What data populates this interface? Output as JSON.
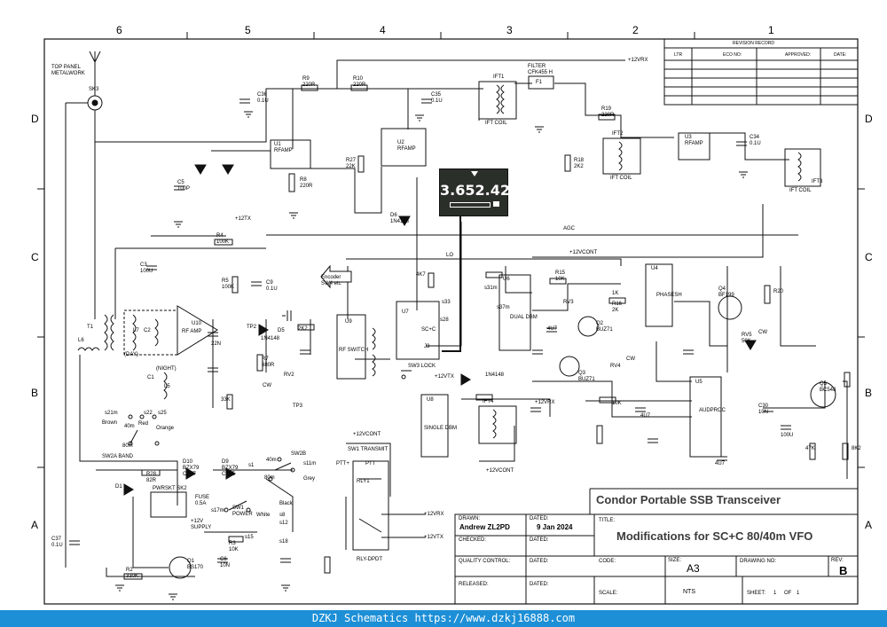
{
  "zones": {
    "columns": [
      "6",
      "5",
      "4",
      "3",
      "2",
      "1"
    ],
    "rows": [
      "D",
      "C",
      "B",
      "A"
    ]
  },
  "revision_record": {
    "title": "REVISION RECORD",
    "cols": [
      "LTR",
      "ECO NO:",
      "APPROVED:",
      "DATE:"
    ]
  },
  "title_block": {
    "project": "Condor Portable SSB Transceiver",
    "title_label": "TITLE:",
    "title": "Modifications for SC+C  80/40m VFO",
    "drawn_label": "DRAWN:",
    "drawn_by": "Andrew ZL2PD",
    "dated_label": "DATED:",
    "drawn_date": "9 Jan 2024",
    "checked_label": "CHECKED:",
    "qc_label": "QUALITY CONTROL:",
    "released_label": "RELEASED:",
    "code_label": "CODE:",
    "size_label": "SIZE:",
    "size": "A3",
    "drawing_no_label": "DRAWING NO:",
    "rev_label": "REV:",
    "rev": "B",
    "scale_label": "SCALE:",
    "scale": "NTS",
    "sheet_label": "SHEET:",
    "sheet": "1",
    "of_label": "OF",
    "of": "1"
  },
  "display": {
    "reading": "3.652.42"
  },
  "modules": {
    "u1": "U1\nRFAMP",
    "u2": "U2\nRFAMP",
    "u3": "U3\nRFAMP",
    "u4": "U4",
    "u4b": "PHASESH",
    "u5": "U5",
    "u5b": "AUDPROC",
    "u6": "U6",
    "u6b": "DUAL DBM",
    "u7": "U7",
    "u8": "U8",
    "u8b": "SINGLE DBM",
    "u9": "U9",
    "u9b": "RF SWITCH",
    "u10": "U10",
    "u10b": "RF AMP",
    "filter": "FILTER\nCFK455 H",
    "f1": "F1",
    "ift1": "IFT1",
    "ift2": "IFT2",
    "ift3": "IFT3",
    "ift4": "IFT4",
    "ift_coil": "IFT COIL",
    "rly1": "RLY1",
    "rly_dpdt": "RLY-DPDT",
    "encoder": "Encoder\nSW4 etc"
  },
  "labels": {
    "top_panel": "TOP PANEL\nMETALWORK",
    "sk3": "SK3",
    "p12vrx": "+12VRX",
    "p12vtx": "+12VTX",
    "p12tx": "+12TX",
    "p12vcont": "+12VCONT",
    "agc": "AGC",
    "lo": "LO",
    "cw": "CW",
    "sw3_lock": "SW3 LOCK",
    "sw2a_band": "SW2A BAND",
    "sw2b": "SW2B",
    "sw1_power": "SW1\nPOWER",
    "sw1_transmit": "SW1 TRANSMIT",
    "ptt_plus": "PTT+",
    "ptt": "PTT",
    "fuse": "FUSE\n0.5A",
    "pwrskt": "PWRSKT SK2",
    "v12": "+12V\nSUPPLY",
    "m40": "40m",
    "m80": "80m",
    "s11m": "s11m",
    "s17m": "s17m",
    "s21m": "s21m",
    "s22": "s22",
    "s25": "s25",
    "s1": "s1",
    "s8": "s8",
    "s12": "s12",
    "s15": "s15",
    "s18": "s18",
    "s33": "s33",
    "s37m": "s37m",
    "s28": "s28",
    "s31m": "s31m",
    "brown": "Brown",
    "red": "Red",
    "orange": "Orange",
    "grey": "Grey",
    "white": "White",
    "black": "Black",
    "day": "(DAY)",
    "night": "(NIGHT)",
    "j3": "J3",
    "scc": "SC+C",
    "tp1": "TP1",
    "tp2": "TP2",
    "tp3": "TP3",
    "q1": "Q1\nBS170",
    "q2": "Q2\nBUZ71",
    "q3": "Q3\nBUZ71",
    "q4": "Q4\nBF199",
    "q5": "Q5\nBC548",
    "d1": "D1",
    "d5": "D5",
    "d6": "D6\n1N4148",
    "d9": "D9\nBZX79\nC7V5",
    "d10": "D10\nBZX79\nC2V7",
    "t1": "T1",
    "l6": "L6",
    "l5": "L5",
    "l7": "L7",
    "c1": "C1",
    "c2": "C2",
    "r2": "R2\n330K",
    "r3": "R3\n10K",
    "r4": "R4\n100K",
    "r5": "R5\n100K",
    "r7": "R7\n680R",
    "r9": "R9\n220R",
    "r10": "R10\n220R",
    "r19": "R19\n220R",
    "r18": "R18\n2K2",
    "r27": "R27\n22K",
    "r8": "R8\n220R",
    "r14": "R14",
    "r15": "R15\n10K",
    "r16": "R16\n2K",
    "r20": "R20",
    "r28": "R28\n82R",
    "c30": "C30\n10N",
    "c34": "C34\n0.1U",
    "c35": "C35\n0.1U",
    "c36": "C36\n0.1U",
    "c5": "C5\n100P",
    "c3": "C3\n100U",
    "c9": "C9\n0.1U",
    "c6": "C6\n10N",
    "c37": "C37\n0.1U",
    "rv2": "RV2",
    "rv3": "RV3",
    "rv4": "RV4",
    "rv5": "RV5\n50K",
    "1n4148": "1N4148",
    "1k": "1K",
    "2k2": "2K2",
    "4k7": "4K7",
    "10k": "10K",
    "47k": "47K",
    "22n": "22N",
    "4u7": "4U7",
    "100u": "100U",
    "8k2": "8K2",
    "33k": "33K"
  }
}
